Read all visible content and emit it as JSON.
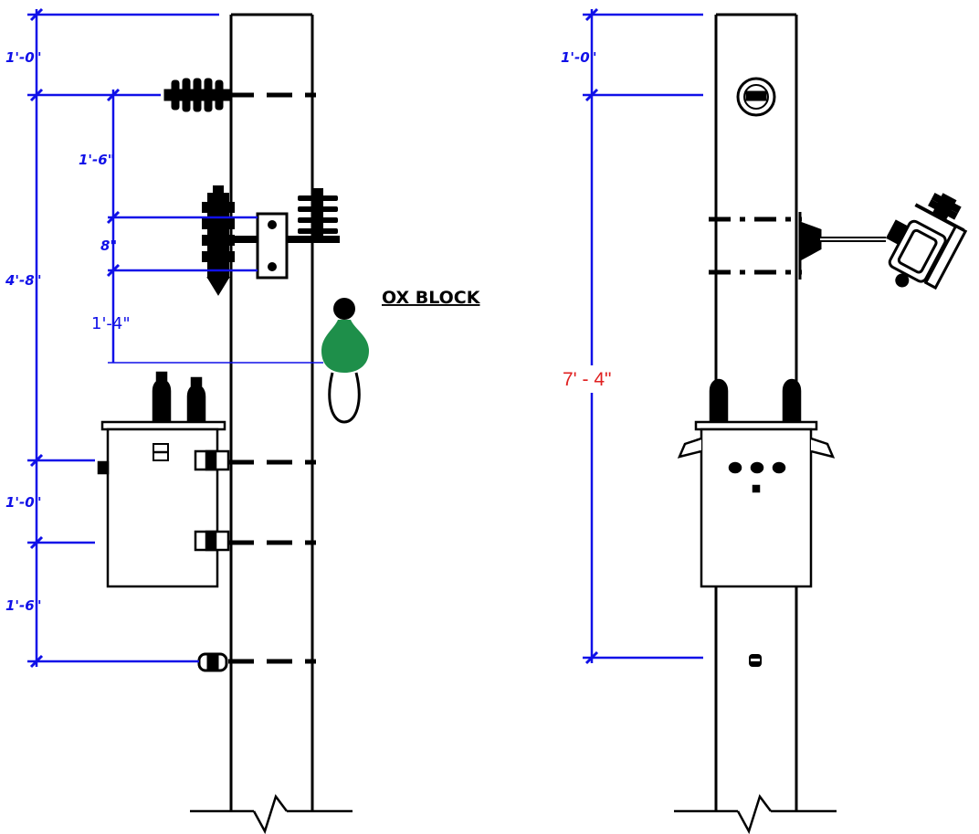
{
  "colors": {
    "dimension": "#1010e8",
    "structure": "#000000",
    "ox_block": "#1e8f4a",
    "highlight": "#e02020",
    "background": "#ffffff"
  },
  "left_view": {
    "dimensions": {
      "top_spacing": "1'-0\"",
      "arrester_spacing": "1'-6\"",
      "bracket_spacing": "8\"",
      "ox_offset": "1'-4\"",
      "overall": "4'-8\"",
      "tank_upper": "1'-0\"",
      "tank_lower": "1'-6\""
    },
    "ox_block_label": "OX BLOCK"
  },
  "right_view": {
    "dimensions": {
      "top_spacing": "1'-0\"",
      "overall": "7' - 4\""
    }
  }
}
